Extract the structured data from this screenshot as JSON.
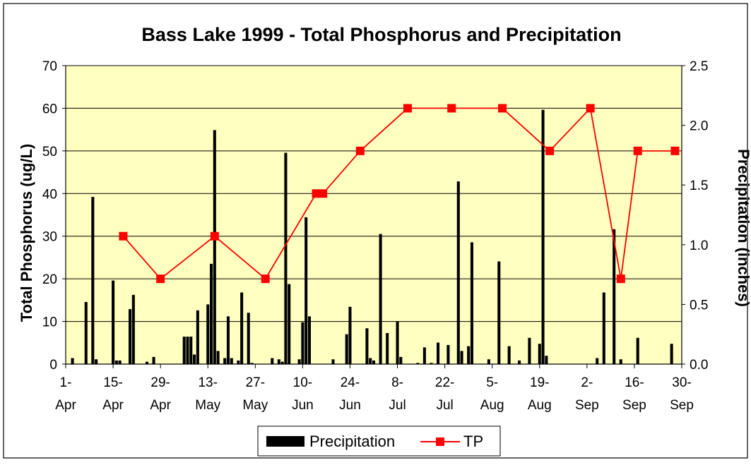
{
  "chart_data": {
    "type": "bar+line",
    "title": "Bass Lake 1999 - Total Phosphorus and Precipitation",
    "ylabel_left": "Total Phosphorus (ug/L)",
    "ylabel_right": "Precipitation (inches)",
    "ylim_left": [
      0,
      70
    ],
    "yticks_left": [
      "0",
      "10",
      "20",
      "30",
      "40",
      "50",
      "60",
      "70"
    ],
    "ylim_right": [
      0,
      2.5
    ],
    "yticks_right": [
      "0.0",
      "0.5",
      "1.0",
      "1.5",
      "2.0",
      "2.5"
    ],
    "xlim": [
      "1999-04-01",
      "1999-09-30"
    ],
    "xticks": [
      {
        "date": "1999-04-01",
        "line1": "1-",
        "line2": "Apr"
      },
      {
        "date": "1999-04-15",
        "line1": "15-",
        "line2": "Apr"
      },
      {
        "date": "1999-04-29",
        "line1": "29-",
        "line2": "Apr"
      },
      {
        "date": "1999-05-13",
        "line1": "13-",
        "line2": "May"
      },
      {
        "date": "1999-05-27",
        "line1": "27-",
        "line2": "May"
      },
      {
        "date": "1999-06-10",
        "line1": "10-",
        "line2": "Jun"
      },
      {
        "date": "1999-06-24",
        "line1": "24-",
        "line2": "Jun"
      },
      {
        "date": "1999-07-08",
        "line1": "8-",
        "line2": "Jul"
      },
      {
        "date": "1999-07-22",
        "line1": "22-",
        "line2": "Jul"
      },
      {
        "date": "1999-08-05",
        "line1": "5-",
        "line2": "Aug"
      },
      {
        "date": "1999-08-19",
        "line1": "19-",
        "line2": "Aug"
      },
      {
        "date": "1999-09-02",
        "line1": "2-",
        "line2": "Sep"
      },
      {
        "date": "1999-09-16",
        "line1": "16-",
        "line2": "Sep"
      },
      {
        "date": "1999-09-30",
        "line1": "30-",
        "line2": "Sep"
      }
    ],
    "grid": "horizontal",
    "plot_background": "#ffffc0",
    "legend_position": "bottom",
    "series": [
      {
        "name": "Precipitation",
        "type": "bar",
        "axis": "right",
        "color": "#000000",
        "points": [
          [
            "1999-04-03",
            0.05
          ],
          [
            "1999-04-07",
            0.52
          ],
          [
            "1999-04-09",
            1.4
          ],
          [
            "1999-04-10",
            0.04
          ],
          [
            "1999-04-15",
            0.7
          ],
          [
            "1999-04-16",
            0.03
          ],
          [
            "1999-04-17",
            0.03
          ],
          [
            "1999-04-20",
            0.46
          ],
          [
            "1999-04-21",
            0.58
          ],
          [
            "1999-04-25",
            0.02
          ],
          [
            "1999-04-27",
            0.06
          ],
          [
            "1999-05-06",
            0.23
          ],
          [
            "1999-05-07",
            0.23
          ],
          [
            "1999-05-08",
            0.23
          ],
          [
            "1999-05-09",
            0.08
          ],
          [
            "1999-05-10",
            0.45
          ],
          [
            "1999-05-13",
            0.5
          ],
          [
            "1999-05-14",
            0.84
          ],
          [
            "1999-05-15",
            1.96
          ],
          [
            "1999-05-16",
            0.11
          ],
          [
            "1999-05-18",
            0.05
          ],
          [
            "1999-05-19",
            0.4
          ],
          [
            "1999-05-20",
            0.05
          ],
          [
            "1999-05-22",
            0.03
          ],
          [
            "1999-05-23",
            0.6
          ],
          [
            "1999-05-25",
            0.43
          ],
          [
            "1999-05-26",
            0.01
          ],
          [
            "1999-06-01",
            0.05
          ],
          [
            "1999-06-03",
            0.04
          ],
          [
            "1999-06-04",
            0.02
          ],
          [
            "1999-06-05",
            1.77
          ],
          [
            "1999-06-06",
            0.67
          ],
          [
            "1999-06-09",
            0.04
          ],
          [
            "1999-06-10",
            0.35
          ],
          [
            "1999-06-11",
            1.23
          ],
          [
            "1999-06-12",
            0.4
          ],
          [
            "1999-06-19",
            0.04
          ],
          [
            "1999-06-23",
            0.25
          ],
          [
            "1999-06-24",
            0.48
          ],
          [
            "1999-06-29",
            0.3
          ],
          [
            "1999-06-30",
            0.05
          ],
          [
            "1999-07-01",
            0.03
          ],
          [
            "1999-07-03",
            1.09
          ],
          [
            "1999-07-05",
            0.26
          ],
          [
            "1999-07-08",
            0.36
          ],
          [
            "1999-07-09",
            0.06
          ],
          [
            "1999-07-14",
            0.01
          ],
          [
            "1999-07-16",
            0.14
          ],
          [
            "1999-07-18",
            0.01
          ],
          [
            "1999-07-20",
            0.18
          ],
          [
            "1999-07-23",
            0.16
          ],
          [
            "1999-07-26",
            1.53
          ],
          [
            "1999-07-27",
            0.11
          ],
          [
            "1999-07-29",
            0.15
          ],
          [
            "1999-07-30",
            1.02
          ],
          [
            "1999-08-04",
            0.04
          ],
          [
            "1999-08-07",
            0.86
          ],
          [
            "1999-08-10",
            0.15
          ],
          [
            "1999-08-13",
            0.03
          ],
          [
            "1999-08-16",
            0.22
          ],
          [
            "1999-08-19",
            0.17
          ],
          [
            "1999-08-20",
            2.13
          ],
          [
            "1999-08-21",
            0.07
          ],
          [
            "1999-09-05",
            0.05
          ],
          [
            "1999-09-07",
            0.6
          ],
          [
            "1999-09-10",
            1.13
          ],
          [
            "1999-09-12",
            0.04
          ],
          [
            "1999-09-17",
            0.22
          ],
          [
            "1999-09-27",
            0.17
          ]
        ]
      },
      {
        "name": "TP",
        "type": "line",
        "axis": "left",
        "color": "#ff0000",
        "marker": "square",
        "points": [
          [
            "1999-04-18",
            30
          ],
          [
            "1999-04-29",
            20
          ],
          [
            "1999-05-15",
            30
          ],
          [
            "1999-05-30",
            20
          ],
          [
            "1999-06-14",
            40
          ],
          [
            "1999-06-16",
            40
          ],
          [
            "1999-06-27",
            50
          ],
          [
            "1999-07-11",
            60
          ],
          [
            "1999-07-24",
            60
          ],
          [
            "1999-08-08",
            60
          ],
          [
            "1999-08-22",
            50
          ],
          [
            "1999-09-03",
            60
          ],
          [
            "1999-09-12",
            20
          ],
          [
            "1999-09-17",
            50
          ],
          [
            "1999-09-28",
            50
          ]
        ]
      }
    ]
  }
}
